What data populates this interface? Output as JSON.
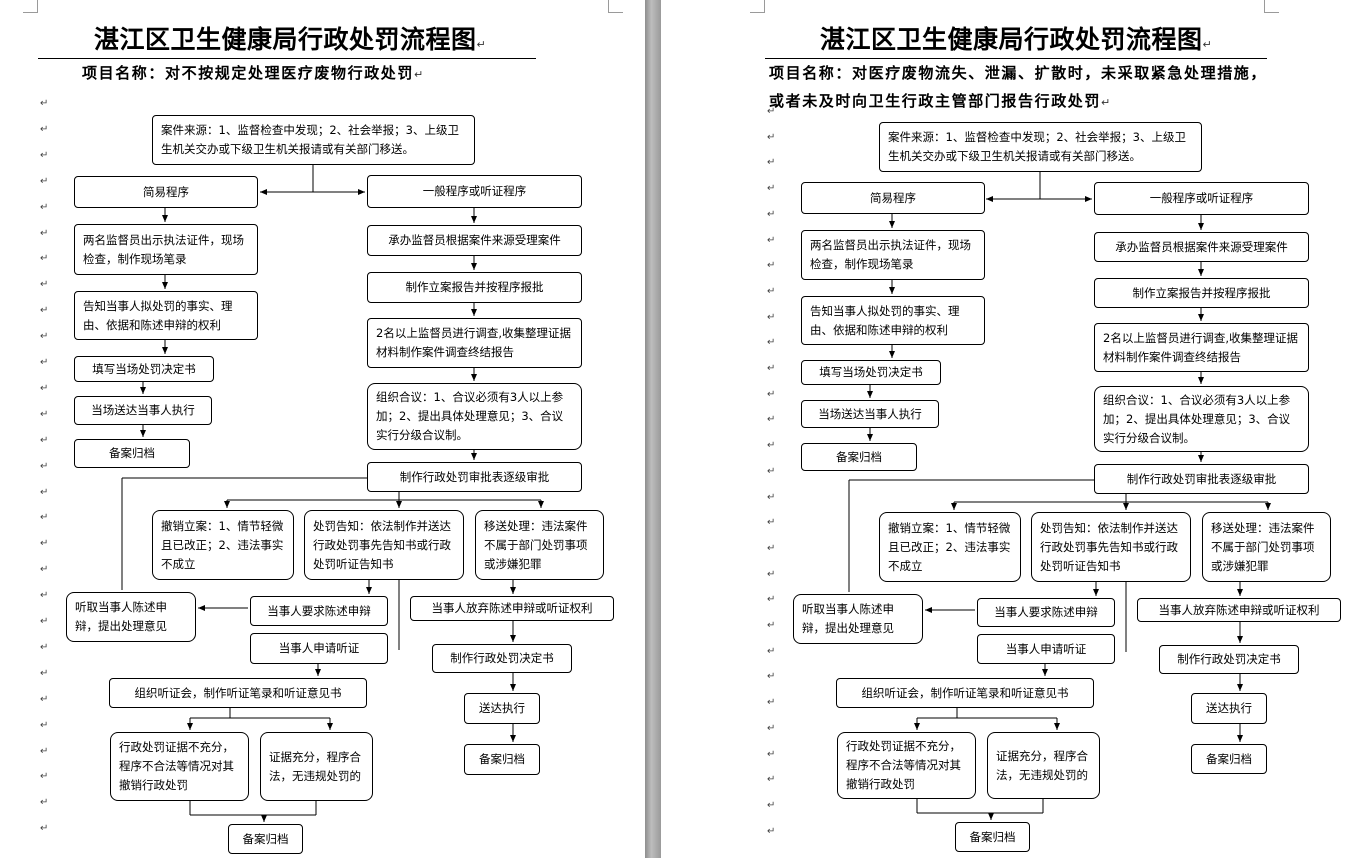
{
  "pages": [
    {
      "title": "湛江区卫生健康局行政处罚流程图",
      "subtitle": "项目名称：对不按规定处理医疗废物行政处罚"
    },
    {
      "title": "湛江区卫生健康局行政处罚流程图",
      "subtitle": "项目名称：对医疗废物流失、泄漏、扩散时，未采取紧急处理措施，或者未及时向卫生行政主管部门报告行政处罚"
    }
  ],
  "flow": {
    "source": "案件来源：1、监督检查中发现；2、社会举报；3、上级卫生机关交办或下级卫生机关报请或有关部门移送。",
    "simple": "简易程序",
    "general": "一般程序或听证程序",
    "s1": "两名监督员出示执法证件，现场检查，制作现场笔录",
    "s2": "告知当事人拟处罚的事实、理由、依据和陈述申辩的权利",
    "s3": "填写当场处罚决定书",
    "s4": "当场送达当事人执行",
    "s5": "备案归档",
    "g1": "承办监督员根据案件来源受理案件",
    "g2": "制作立案报告并按程序报批",
    "g3": "2名以上监督员进行调查,收集整理证据材料制作案件调查终结报告",
    "g4": "组织合议：1、合议必须有3人以上参加；2、提出具体处理意见；3、合议实行分级合议制。",
    "g5": "制作行政处罚审批表逐级审批",
    "cancel": "撤销立案：1、情节轻微且已改正；2、违法事实不成立",
    "notice": "处罚告知：依法制作并送达行政处罚事先告知书或行政处罚听证告知书",
    "transfer": "移送处理：违法案件不属于部门处罚事项或涉嫌犯罪",
    "hear_statement": "听取当事人陈述申辩，提出处理意见",
    "req_statement": "当事人要求陈述申辩",
    "waive": "当事人放弃陈述申辩或听证权利",
    "req_hearing": "当事人申请听证",
    "decision": "制作行政处罚决定书",
    "organize": "组织听证会，制作听证笔录和听证意见书",
    "deliver": "送达执行",
    "archive_right": "备案归档",
    "insufficient": "行政处罚证据不充分，程序不合法等情况对其撤销行政处罚",
    "sufficient": "证据充分，程序合法，无违规处罚的",
    "archive_bottom": "备案归档"
  },
  "para_mark": "↵"
}
